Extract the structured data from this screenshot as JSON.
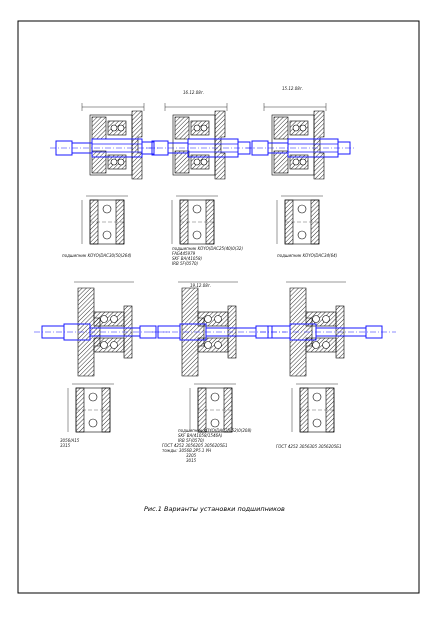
{
  "labels": {
    "date_top_2": "16.12.08г.",
    "date_top_3": "15.12.08г.",
    "date_mid": "19.12.08г.",
    "bearing_1": "подшипник KOYO(DAC30(50)264)",
    "bearing_2": [
      "подшипник KOYO(DAC25(40)0(32)",
      "FAG445979",
      "SKF  BA(41058)",
      "IRB 5F(0570)"
    ],
    "bearing_3": "подшипник KOYO(DAC34(64)",
    "ref_left": [
      "3056/A15",
      "3315"
    ],
    "ref_center": [
      "подшипник KOYO(DAC25(52)0(208)",
      "SKF  BA(41058/1546A)",
      "IRB 5F(0570)",
      "ГОСТ 4252 3056205  3056205Б1",
      "тожды:  3056В.2Р5.1 УН",
      "3205",
      "3015"
    ],
    "ref_right": "ГОСТ 4252  3056305  3056205Б1",
    "caption": "Рис.1 Варианты установки подшипников"
  },
  "colors": {
    "line": "#000000",
    "shaft": "#1a1aff",
    "hatch": "#000000"
  }
}
